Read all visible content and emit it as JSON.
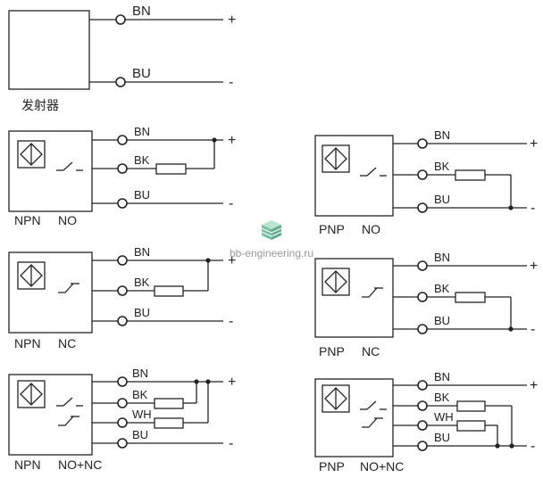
{
  "emitter": {
    "label": "发射器",
    "wires": [
      {
        "name": "BN",
        "sign": "+"
      },
      {
        "name": "BU",
        "sign": "-"
      }
    ]
  },
  "sensors": {
    "npn_no": {
      "type": "NPN",
      "output": "NO",
      "wires": [
        "BN",
        "BK",
        "BU"
      ],
      "positive": "+",
      "negative": "-"
    },
    "npn_nc": {
      "type": "NPN",
      "output": "NC",
      "wires": [
        "BN",
        "BK",
        "BU"
      ],
      "positive": "+",
      "negative": "-"
    },
    "npn_no_nc": {
      "type": "NPN",
      "output": "NO+NC",
      "wires": [
        "BN",
        "BK",
        "WH",
        "BU"
      ],
      "positive": "+",
      "negative": "-"
    },
    "pnp_no": {
      "type": "PNP",
      "output": "NO",
      "wires": [
        "BN",
        "BK",
        "BU"
      ],
      "positive": "+",
      "negative": "-"
    },
    "pnp_nc": {
      "type": "PNP",
      "output": "NC",
      "wires": [
        "BN",
        "BK",
        "BU"
      ],
      "positive": "+",
      "negative": "-"
    },
    "pnp_no_nc": {
      "type": "PNP",
      "output": "NO+NC",
      "wires": [
        "BN",
        "BK",
        "WH",
        "BU"
      ],
      "positive": "+",
      "negative": "-"
    }
  },
  "icons": {
    "sensor": "proximity-sensor-icon",
    "no_contact": "normally-open-switch-icon",
    "nc_contact": "normally-closed-switch-icon",
    "logo": "stacked-cube-logo-icon"
  },
  "watermark": {
    "text": "bb-engineering.ru"
  },
  "colors": {
    "background": "#ffffff",
    "line": "#222222",
    "watermark_text": "#9a9a9a",
    "watermark_icon": "#4fb286"
  }
}
